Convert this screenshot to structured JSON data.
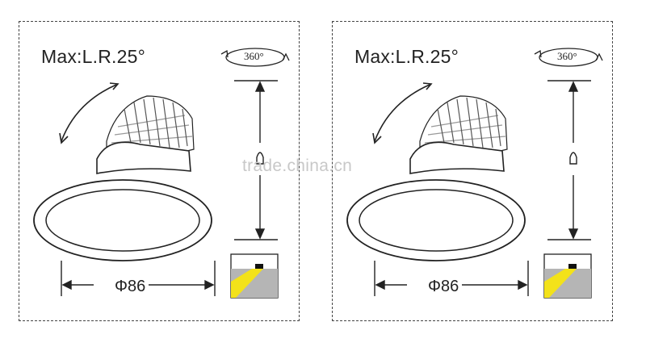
{
  "panels": [
    {
      "title": "Max:L.R.25°",
      "rotation_label": "360°",
      "dimension_label": "Φ86"
    },
    {
      "title": "Max:L.R.25°",
      "rotation_label": "360°",
      "dimension_label": "Φ86"
    }
  ],
  "watermark": "trade.china.cn",
  "colors": {
    "line": "#222222",
    "beam": "#f3e21a",
    "ceiling": "#b5b5b5",
    "frame": "#444444"
  }
}
